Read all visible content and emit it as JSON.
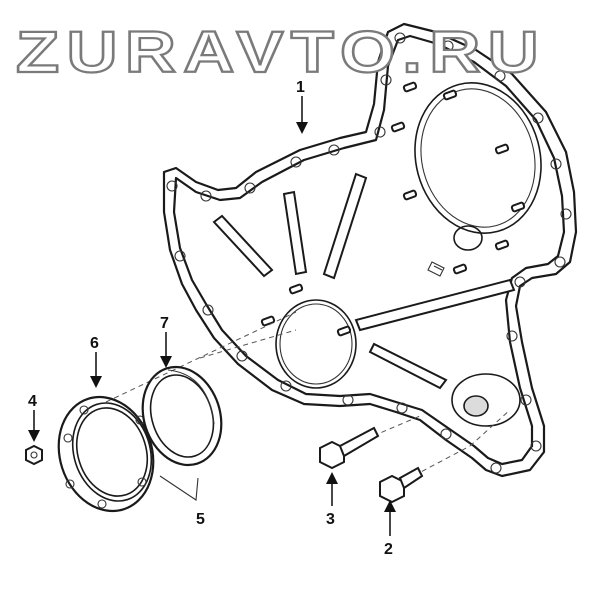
{
  "watermark": {
    "text": "ZURAVTO.RU",
    "color": "#7a7a7a"
  },
  "callouts": {
    "c1": "1",
    "c2": "2",
    "c3": "3",
    "c4": "4",
    "c5": "5",
    "c6": "6",
    "c7": "7"
  },
  "colors": {
    "line": "#1a1a1a",
    "background": "#ffffff"
  }
}
